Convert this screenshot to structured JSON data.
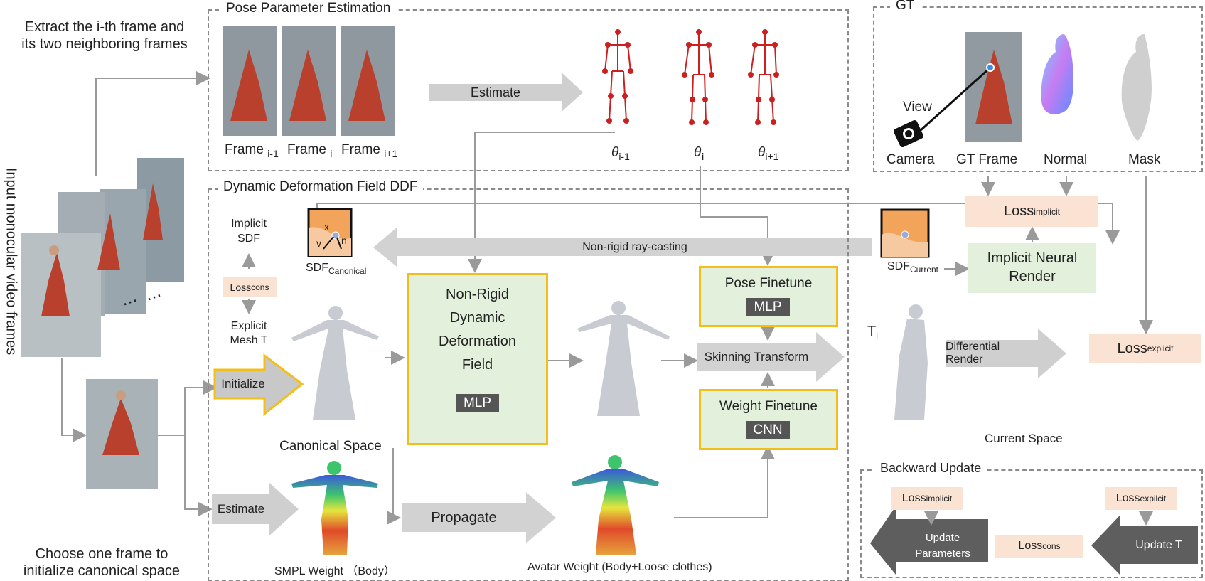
{
  "left": {
    "extract_line1": "Extract the i-th frame and",
    "extract_line2": "its two neighboring frames",
    "input_vertical": "Input monocular video frames",
    "choose_line1": "Choose one frame to",
    "choose_line2": "initialize canonical space",
    "ellipsis": "⋯"
  },
  "pose": {
    "title": "Pose Parameter Estimation",
    "frames": [
      {
        "label": "Frame",
        "sub": "i-1"
      },
      {
        "label": "Frame",
        "sub": "i"
      },
      {
        "label": "Frame",
        "sub": "i+1"
      }
    ],
    "estimate_label": "Estimate",
    "thetas": [
      {
        "sym": "θ",
        "sub": "i-1"
      },
      {
        "sym": "θ",
        "sub": "i"
      },
      {
        "sym": "θ",
        "sub": "i+1"
      }
    ]
  },
  "gt": {
    "title": "GT",
    "view": "View",
    "camera": "Camera",
    "gt_frame": "GT Frame",
    "normal": "Normal",
    "mask": "Mask"
  },
  "ddf": {
    "title": "Dynamic Deformation Field DDF",
    "implicit_sdf_1": "Implicit",
    "implicit_sdf_2": "SDF",
    "loss_cons": "Loss",
    "loss_cons_sub": "cons",
    "explicit_1": "Explicit",
    "explicit_2": "Mesh T",
    "sdf_canonical": "SDF",
    "sdf_canonical_sub": "Canonical",
    "ray_casting": "Non-rigid ray-casting",
    "sdf_current": "SDF",
    "sdf_current_sub": "Current",
    "initialize": "Initialize",
    "nrddf_1": "Non-Rigid",
    "nrddf_2": "Dynamic",
    "nrddf_3": "Deformation",
    "nrddf_4": "Field",
    "mlp": "MLP",
    "pose_finetune": "Pose Finetune",
    "pose_mlp": "MLP",
    "skinning": "Skinning Transform",
    "weight_finetune": "Weight Finetune",
    "cnn": "CNN",
    "canonical_space": "Canonical Space",
    "estimate": "Estimate",
    "propagate": "Propagate",
    "smpl_weight": "SMPL Weight （Body）",
    "avatar_weight": "Avatar Weight (Body+Loose clothes)",
    "x": "x",
    "v": "v",
    "n": "n"
  },
  "right": {
    "loss_implicit": "Loss",
    "loss_implicit_sub": "implicit",
    "implicit_neural_1": "Implicit Neural",
    "implicit_neural_2": "Render",
    "t_i": "T",
    "t_i_sub": "i",
    "differential_render": "Differential Render",
    "loss_explicit": "Loss",
    "loss_explicit_sub": "explicit",
    "current_space": "Current Space"
  },
  "backward": {
    "title": "Backward Update",
    "loss_implicit": "Loss",
    "loss_implicit_sub": "implicit",
    "loss_expilcit": "Loss",
    "loss_expilcit_sub": "expilcit",
    "loss_cons": "Loss",
    "loss_cons_sub": "cons",
    "update_params_1": "Update",
    "update_params_2": "Parameters",
    "update_t": "Update T"
  },
  "colors": {
    "green_box": "#e2f0dc",
    "yellow_border": "#f2bf1a",
    "pink_box": "#fbe3d3",
    "gray_arrow": "#cfcfcf",
    "dark_arrow": "#5e5e5e",
    "skeleton": "#cc1f1f"
  }
}
